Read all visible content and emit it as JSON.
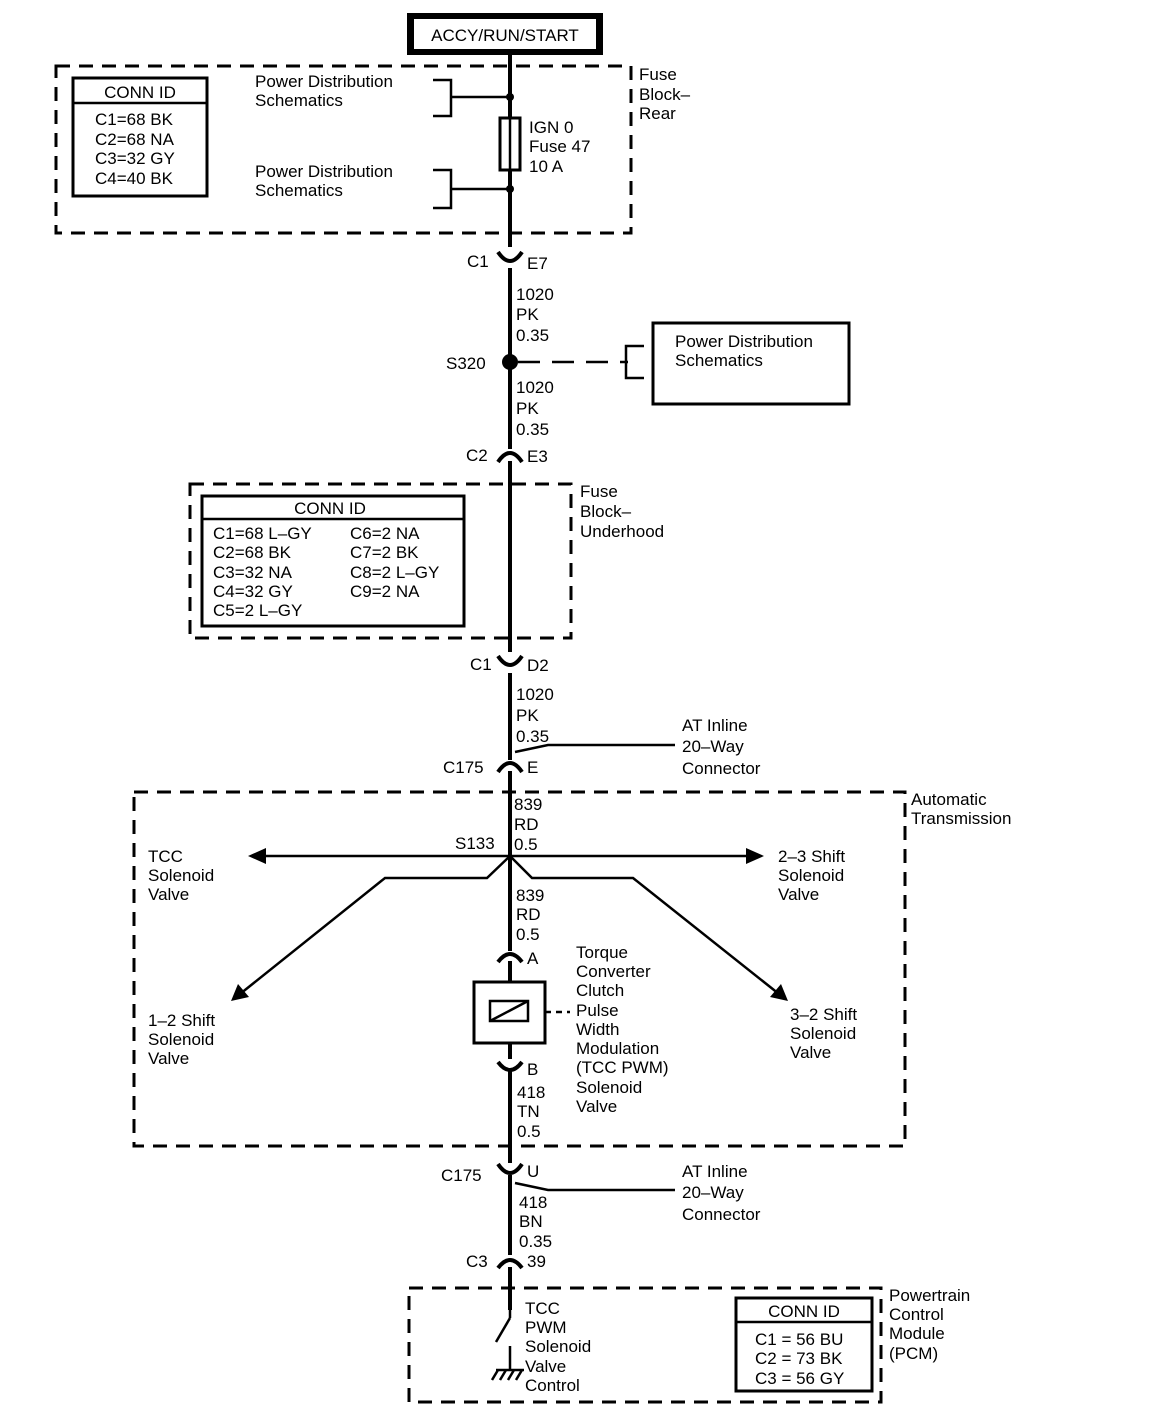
{
  "title": "ACCY/RUN/START",
  "fuse_block_rear": {
    "label": [
      "Fuse",
      "Block–",
      "Rear"
    ],
    "conn_id": {
      "header": "CONN ID",
      "rows": [
        "C1=68 BK",
        "C2=68 NA",
        "C3=32 GY",
        "C4=40 BK"
      ]
    },
    "power_dist_top": [
      "Power Distribution",
      "Schematics"
    ],
    "power_dist_bottom": [
      "Power Distribution",
      "Schematics"
    ],
    "fuse": [
      "IGN 0",
      "Fuse 47",
      "10 A"
    ]
  },
  "conn_c1_e7": {
    "left": "C1",
    "right": "E7"
  },
  "wire_1020_a": [
    "1020",
    "PK",
    "0.35"
  ],
  "splice_s320": "S320",
  "power_dist_box": [
    "Power Distribution",
    "Schematics"
  ],
  "wire_1020_b": [
    "1020",
    "PK",
    "0.35"
  ],
  "conn_c2_e3": {
    "left": "C2",
    "right": "E3"
  },
  "fuse_block_underhood": {
    "label": [
      "Fuse",
      "Block–",
      "Underhood"
    ],
    "conn_id": {
      "header": "CONN ID",
      "left": [
        "C1=68 L–GY",
        "C2=68 BK",
        "C3=32 NA",
        "C4=32 GY",
        "C5=2 L–GY"
      ],
      "right": [
        "C6=2 NA",
        "C7=2 BK",
        "C8=2 L–GY",
        "C9=2 NA"
      ]
    }
  },
  "conn_c1_d2": {
    "left": "C1",
    "right": "D2"
  },
  "wire_1020_c": [
    "1020",
    "PK",
    "0.35"
  ],
  "inline_top": [
    "AT Inline",
    "20–Way",
    "Connector"
  ],
  "conn_c175_e": {
    "left": "C175",
    "right": "E"
  },
  "automatic_transmission": {
    "label": [
      "Automatic",
      "Transmission"
    ],
    "wire_839_a": [
      "839",
      "RD",
      "0.5"
    ],
    "splice_s133": "S133",
    "tcc_solenoid": [
      "TCC",
      "Solenoid",
      "Valve"
    ],
    "shift_23": [
      "2–3 Shift",
      "Solenoid",
      "Valve"
    ],
    "shift_12": [
      "1–2 Shift",
      "Solenoid",
      "Valve"
    ],
    "shift_32": [
      "3–2 Shift",
      "Solenoid",
      "Valve"
    ],
    "wire_839_b": [
      "839",
      "RD",
      "0.5"
    ],
    "pin_a": "A",
    "pin_b": "B",
    "tcc_pwm": [
      "Torque",
      "Converter",
      "Clutch",
      "Pulse",
      "Width",
      "Modulation",
      "(TCC PWM)",
      "Solenoid",
      "Valve"
    ],
    "wire_418_tn": [
      "418",
      "TN",
      "0.5"
    ]
  },
  "conn_c175_u": {
    "left": "C175",
    "right": "U"
  },
  "inline_bottom": [
    "AT Inline",
    "20–Way",
    "Connector"
  ],
  "wire_418_bn": [
    "418",
    "BN",
    "0.35"
  ],
  "conn_c3_39": {
    "left": "C3",
    "right": "39"
  },
  "pcm": {
    "label": [
      "Powertrain",
      "Control",
      "Module",
      "(PCM)"
    ],
    "control": [
      "TCC",
      "PWM",
      "Solenoid",
      "Valve",
      "Control"
    ],
    "conn_id": {
      "header": "CONN ID",
      "rows": [
        "C1 = 56 BU",
        "C2 = 73 BK",
        "C3 = 56 GY"
      ]
    }
  }
}
